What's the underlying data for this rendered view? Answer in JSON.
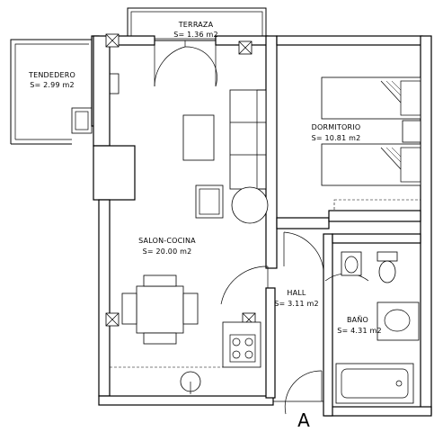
{
  "rooms": {
    "terraza": {
      "name": "TERRAZA",
      "area": "S= 1.36 m2"
    },
    "tendedero": {
      "name": "TENDEDERO",
      "area": "S= 2.99 m2"
    },
    "dormitorio": {
      "name": "DORMITORIO",
      "area": "S= 10.81 m2"
    },
    "salon": {
      "name": "SALON-COCINA",
      "area": "S= 20.00 m2"
    },
    "hall": {
      "name": "HALL",
      "area": "S= 3.11 m2"
    },
    "bano": {
      "name": "BAÑO",
      "area": "S= 4.31 m2"
    }
  },
  "section_marker": "A"
}
